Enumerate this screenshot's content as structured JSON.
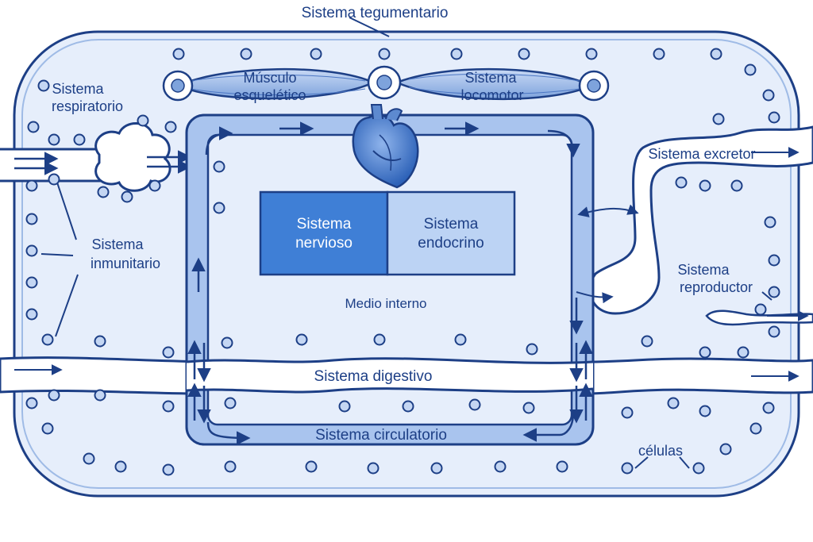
{
  "labels": {
    "tegumentario": "Sistema tegumentario",
    "respiratorio_1": "Sistema",
    "respiratorio_2": "respiratorio",
    "musculo_1": "Músculo",
    "musculo_2": "esquelético",
    "locomotor_1": "Sistema",
    "locomotor_2": "locomotor",
    "excretor": "Sistema excretor",
    "inmunitario_1": "Sistema",
    "inmunitario_2": "inmunitario",
    "nervioso_1": "Sistema",
    "nervioso_2": "nervioso",
    "endocrino_1": "Sistema",
    "endocrino_2": "endocrino",
    "reproductor_1": "Sistema",
    "reproductor_2": "reproductor",
    "medio_interno": "Medio interno",
    "digestivo": "Sistema digestivo",
    "circulatorio": "Sistema circulatorio",
    "celulas": "células"
  },
  "colors": {
    "outline": "#1d3f86",
    "body_fill": "#e6eefb",
    "circulatory_band": "#a9c4ee",
    "nervioso": "#3f7fd6",
    "endocrino": "#bcd3f4",
    "cell_fill": "#c4d6f3"
  },
  "icons": [
    "heart-icon",
    "cell-icon",
    "cloud-lung-icon",
    "muscle-icon",
    "arrow-icon"
  ]
}
